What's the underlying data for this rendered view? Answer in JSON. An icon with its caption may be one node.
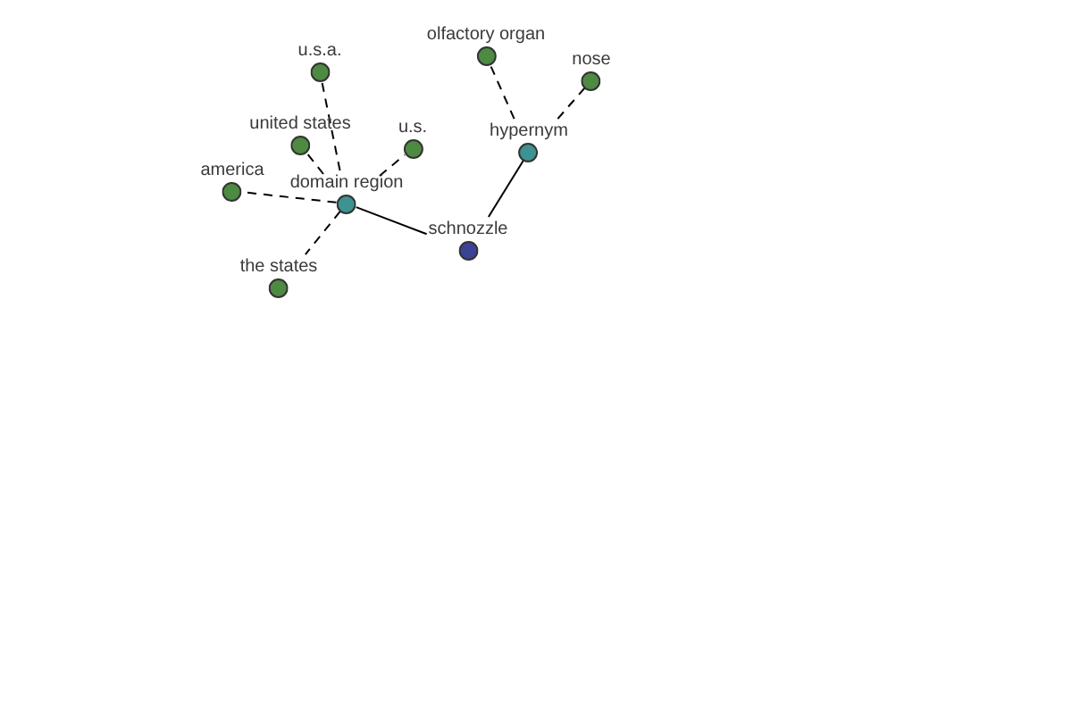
{
  "diagram": {
    "nodes": [
      {
        "text": [
          "olfactory organ"
        ]
      },
      {
        "text": [
          "u.s.a."
        ]
      },
      {
        "text": [
          "nose"
        ]
      },
      {
        "text": [
          "united states"
        ]
      },
      {
        "text": [
          "u.s."
        ]
      },
      {
        "text": [
          "hypernym"
        ]
      },
      {
        "text": [
          "america"
        ]
      },
      {
        "text": [
          "domain region"
        ]
      },
      {
        "text": [
          "schnozzle"
        ]
      },
      {
        "text": [
          "the states"
        ]
      }
    ],
    "edges": [
      {
        "from": 8,
        "to": 7,
        "arrow": "none"
      },
      {
        "from": 8,
        "to": 5,
        "arrow": "none"
      },
      {
        "from": 7,
        "to": 1,
        "arrow": "none",
        "style": "dashed"
      },
      {
        "from": 7,
        "to": 3,
        "arrow": "none",
        "style": "dashed"
      },
      {
        "from": 7,
        "to": 4,
        "arrow": "none",
        "style": "dashed"
      },
      {
        "from": 7,
        "to": 6,
        "arrow": "none",
        "style": "dashed"
      },
      {
        "from": 7,
        "to": 9,
        "arrow": "none",
        "style": "dashed"
      },
      {
        "from": 5,
        "to": 0,
        "arrow": "none",
        "style": "dashed"
      },
      {
        "from": 5,
        "to": 2,
        "arrow": "none",
        "style": "dashed"
      }
    ]
  }
}
